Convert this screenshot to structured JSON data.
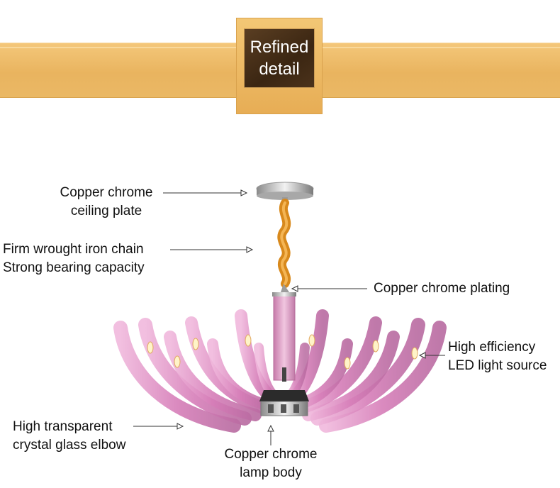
{
  "banner": {
    "title_line1": "Refined",
    "title_line2": "detail",
    "colors": {
      "band": "#e9b45f",
      "badge": "#3b2612"
    }
  },
  "labels": {
    "ceiling_plate": {
      "line1": "Copper chrome",
      "line2": "ceiling plate"
    },
    "chain": {
      "line1": "Firm wrought iron chain",
      "line2": "Strong bearing capacity"
    },
    "plating": {
      "line1": "Copper chrome plating"
    },
    "led": {
      "line1": "High efficiency",
      "line2": "LED light source"
    },
    "glass": {
      "line1": "High transparent",
      "line2": "crystal glass elbow"
    },
    "body": {
      "line1": "Copper chrome",
      "line2": "lamp body"
    }
  },
  "colors": {
    "glass": "#d98bc0",
    "chain": "#d68a1e",
    "chrome": "#c8c8c8"
  }
}
